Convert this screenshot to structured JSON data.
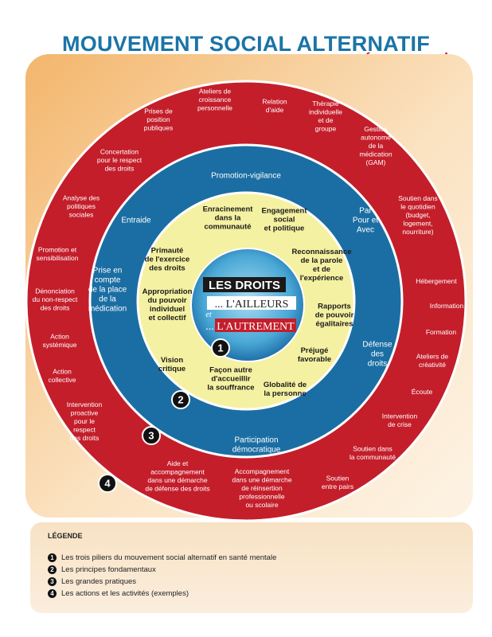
{
  "title": {
    "line1": "MOUVEMENT SOCIAL ALTERNATIF",
    "line2": "en santé mentale"
  },
  "colors": {
    "red": "#c41e2b",
    "blue": "#1b6ea3",
    "yellow": "#f5f1a2",
    "orange_bg": "#f6c98e",
    "title_blue": "#1a74a6"
  },
  "center": {
    "line1": "LES DROITS",
    "line2": "... L'AILLEURS",
    "connector": "et",
    "line3": "... L'AUTREMENT"
  },
  "markers": [
    "1",
    "2",
    "3",
    "4"
  ],
  "pillars": [
    {
      "id": "p1",
      "lines": [
        "Enracinement",
        "dans la",
        "communauté"
      ]
    },
    {
      "id": "p2",
      "lines": [
        "Engagement",
        "social",
        "et politique"
      ]
    },
    {
      "id": "p3",
      "lines": [
        "Primauté",
        "de l'exercice",
        "des droits"
      ]
    },
    {
      "id": "p4",
      "lines": [
        "Reconnaissance",
        "de la parole",
        "et de",
        "l'expérience"
      ]
    },
    {
      "id": "p5",
      "lines": [
        "Appropriation",
        "du pouvoir",
        "individuel",
        "et collectif"
      ]
    },
    {
      "id": "p6",
      "lines": [
        "Rapports",
        "de pouvoir",
        "égalitaires"
      ]
    },
    {
      "id": "p7",
      "lines": [
        "Vision",
        "critique"
      ]
    },
    {
      "id": "p8",
      "lines": [
        "Préjugé",
        "favorable"
      ]
    },
    {
      "id": "p9",
      "lines": [
        "Façon autre",
        "d'accueillir",
        "la souffrance"
      ]
    },
    {
      "id": "p10",
      "lines": [
        "Globalité de",
        "la personne"
      ]
    }
  ],
  "practices": [
    {
      "id": "b1",
      "lines": [
        "Promotion-vigilance"
      ]
    },
    {
      "id": "b2",
      "lines": [
        "Entraide"
      ]
    },
    {
      "id": "b3",
      "lines": [
        "Par",
        "Pour et",
        "Avec"
      ]
    },
    {
      "id": "b4",
      "lines": [
        "Prise en",
        "compte",
        "de la place",
        "de la",
        "médication"
      ]
    },
    {
      "id": "b5",
      "lines": [
        "Défense",
        "des",
        "droits"
      ]
    },
    {
      "id": "b6",
      "lines": [
        "Participation",
        "démocratique"
      ]
    }
  ],
  "actions": [
    {
      "id": "a1",
      "lines": [
        "Ateliers de",
        "croissance",
        "personnelle"
      ]
    },
    {
      "id": "a2",
      "lines": [
        "Relation",
        "d'aide"
      ]
    },
    {
      "id": "a3",
      "lines": [
        "Prises de",
        "position",
        "publiques"
      ]
    },
    {
      "id": "a4",
      "lines": [
        "Thérapie",
        "individuelle",
        "et de",
        "groupe"
      ]
    },
    {
      "id": "a5",
      "lines": [
        "Concertation",
        "pour le respect",
        "des droits"
      ]
    },
    {
      "id": "a6",
      "lines": [
        "Gestion",
        "autonome",
        "de la",
        "médication",
        "(GAM)"
      ]
    },
    {
      "id": "a7",
      "lines": [
        "Analyse des",
        "politiques",
        "sociales"
      ]
    },
    {
      "id": "a8",
      "lines": [
        "Soutien dans",
        "le quotidien",
        "(budget,",
        "logement,",
        "nourriture)"
      ]
    },
    {
      "id": "a9",
      "lines": [
        "Promotion et",
        "sensibilisation"
      ]
    },
    {
      "id": "a10",
      "lines": [
        "Hébergement"
      ]
    },
    {
      "id": "a11",
      "lines": [
        "Dénonciation",
        "du non-respect",
        "des droits"
      ]
    },
    {
      "id": "a12",
      "lines": [
        "Information"
      ]
    },
    {
      "id": "a13",
      "lines": [
        "Action",
        "systémique"
      ]
    },
    {
      "id": "a14",
      "lines": [
        "Formation"
      ]
    },
    {
      "id": "a15",
      "lines": [
        "Action",
        "collective"
      ]
    },
    {
      "id": "a16",
      "lines": [
        "Ateliers de",
        "créativité"
      ]
    },
    {
      "id": "a17",
      "lines": [
        "Écoute"
      ]
    },
    {
      "id": "a18",
      "lines": [
        "Intervention",
        "proactive",
        "pour le",
        "respect",
        "des droits"
      ]
    },
    {
      "id": "a19",
      "lines": [
        "Intervention",
        "de crise"
      ]
    },
    {
      "id": "a20",
      "lines": [
        "Soutien dans",
        "la communauté"
      ]
    },
    {
      "id": "a21",
      "lines": [
        "Aide et",
        "accompagnement",
        "dans une démarche",
        "de défense des droits"
      ]
    },
    {
      "id": "a22",
      "lines": [
        "Accompagnement",
        "dans une démarche",
        "de réinsertion",
        "professionnelle",
        "ou scolaire"
      ]
    },
    {
      "id": "a23",
      "lines": [
        "Soutien",
        "entre pairs"
      ]
    }
  ],
  "legend": {
    "title": "LÉGENDE",
    "items": [
      {
        "num": "1",
        "text": "Les trois piliers du mouvement social alternatif en santé mentale"
      },
      {
        "num": "2",
        "text": "Les principes fondamentaux"
      },
      {
        "num": "3",
        "text": "Les grandes pratiques"
      },
      {
        "num": "4",
        "text": "Les actions et les activités (exemples)"
      }
    ]
  }
}
